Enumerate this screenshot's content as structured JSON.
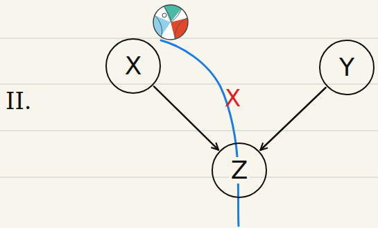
{
  "diagram": {
    "nodes": [
      {
        "text": [
          "X"
        ]
      },
      {
        "text": [
          "Y"
        ]
      },
      {
        "text": [
          "Z"
        ]
      }
    ],
    "edges": [
      {
        "from": 0,
        "to": 2,
        "arrow": "to"
      },
      {
        "from": 1,
        "to": 2,
        "arrow": "to"
      }
    ],
    "labels": [
      "II.",
      "X"
    ]
  }
}
